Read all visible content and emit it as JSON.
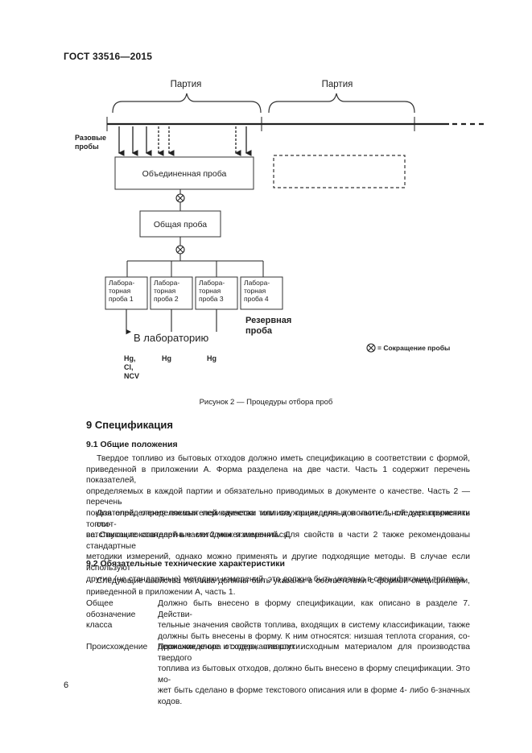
{
  "header": {
    "doc_id": "ГОСТ 33516—2015"
  },
  "figure": {
    "party_label_1": "Партия",
    "party_label_2": "Партия",
    "increment_label": [
      "Разовые",
      "пробы"
    ],
    "combined_sample": "Объединенная проба",
    "general_sample": "Общая проба",
    "lab_samples": [
      [
        "Лабора-",
        "торная",
        "проба 1"
      ],
      [
        "Лабора-",
        "торная",
        "проба 2"
      ],
      [
        "Лабора-",
        "торная",
        "проба 3"
      ],
      [
        "Лабора-",
        "торная",
        "проба 4"
      ]
    ],
    "reserve_label": [
      "Резервная",
      "проба"
    ],
    "to_lab": "В лабораторию",
    "analytes_1": [
      "Hg,",
      "Cl,",
      "NCV"
    ],
    "analytes_2": "Hg",
    "analytes_3": "Hg",
    "legend_text": "= Сокращение пробы",
    "legend_icon": "reduction-symbol-icon"
  },
  "caption": "Рисунок 2 — Процедуры отбора проб",
  "section": {
    "title": "9 Спецификация",
    "sub1_title": "9.1 Общие положения",
    "p1_lines": [
      "Твердое топливо из бытовых отходов должно иметь спецификацию в соответствии с формой,",
      "приведенной в приложении А. Форма разделена на две части. Часть 1 содержит перечень показателей,",
      "определяемых в каждой партии и обязательно приводимых в документе о качестве. Часть 2 — перечень",
      "показателей, определяемых периодически или служащих для дополнительной характеристики топли-",
      "ва. Список показателей в части 2 может изменяться."
    ],
    "p2_lines": [
      "Для определения показателей качества топлива, приведенных в части 1, следует применять соот-",
      "ветствующие стандартные методики измерений. Для свойств в части 2 также рекомендованы стандартные",
      "методики измерений, однако можно применять и другие подходящие методы. В случае если используют",
      "другие (не стандартные) методики измерений, это должно быть указано в спецификации топлива."
    ],
    "sub2_title": "9.2 Обязательные технические характеристики",
    "p3_lines": [
      "Следующие свойства топлива должны быть указаны в соответствии с формой спецификации,",
      "приведенной в приложении А, часть 1."
    ],
    "defs": [
      {
        "term_lines": [
          "Общее",
          "обозначение класса"
        ],
        "def_lines": [
          "Должно быть внесено в форму спецификации, как описано в разделе 7. Действи-",
          "тельные значения свойств топлива, входящих в систему классификации, также",
          "должны быть внесены в форму. К ним относятся: низшая теплота сгорания, со-",
          "держание хлора и содержание ртути."
        ]
      },
      {
        "term_lines": [
          "Происхождение"
        ],
        "def_lines": [
          "Происхождение отходов, ставших исходным материалом для производства твердого",
          "топлива из бытовых отходов, должно быть внесено в форму спецификации. Это мо-",
          "жет быть сделано в форме текстового описания или в форме 4- либо 6-значных кодов."
        ]
      }
    ]
  },
  "page_number": "6"
}
